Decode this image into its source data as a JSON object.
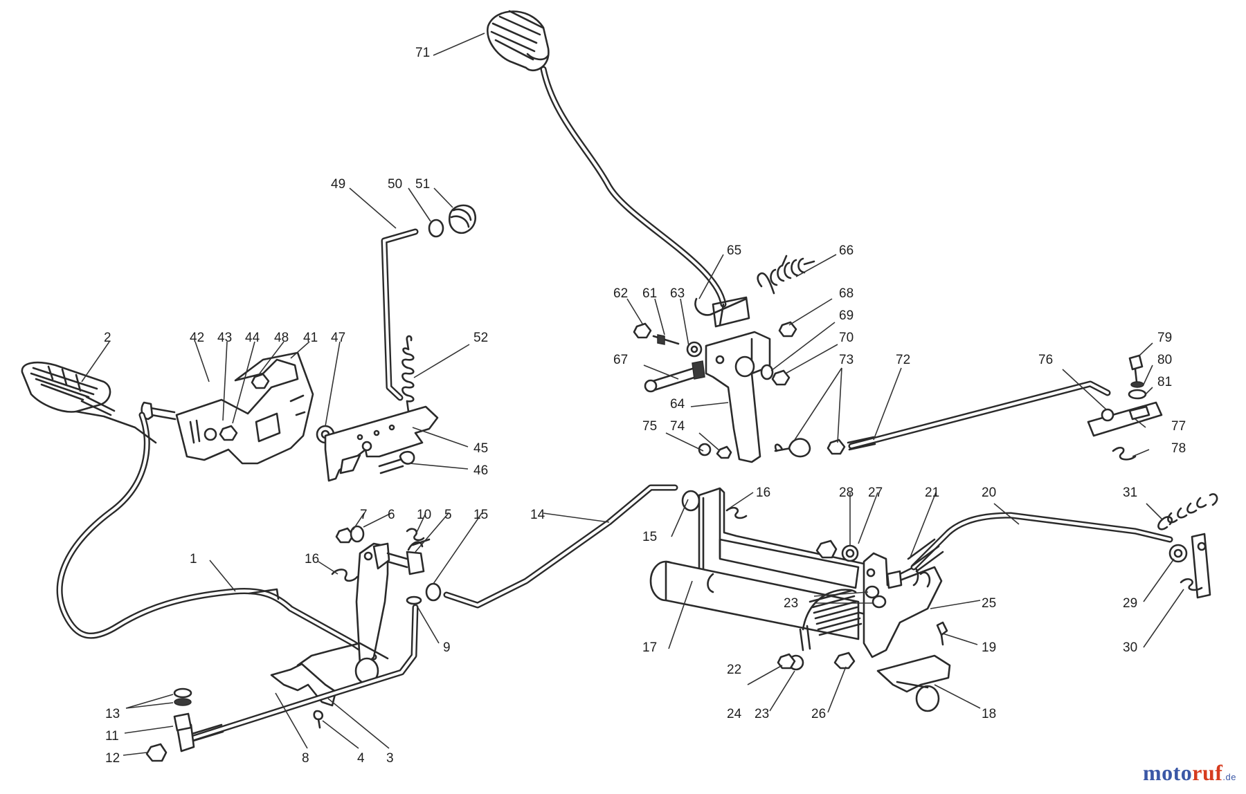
{
  "labels": [
    "71",
    "49",
    "50",
    "51",
    "65",
    "66",
    "62",
    "61",
    "63",
    "68",
    "69",
    "70",
    "73",
    "72",
    "79",
    "80",
    "81",
    "76",
    "77",
    "78",
    "67",
    "64",
    "75",
    "74",
    "2",
    "42",
    "43",
    "44",
    "48",
    "41",
    "47",
    "52",
    "45",
    "46",
    "7",
    "6",
    "10",
    "5",
    "15",
    "14",
    "16",
    "1",
    "9",
    "17",
    "15",
    "16",
    "28",
    "27",
    "21",
    "20",
    "31",
    "29",
    "30",
    "23",
    "25",
    "19",
    "22",
    "24",
    "23",
    "26",
    "18",
    "13",
    "11",
    "12",
    "8",
    "4",
    "3"
  ],
  "brand": {
    "part1": "moto",
    "part2": "ruf",
    "part3": ".de"
  }
}
